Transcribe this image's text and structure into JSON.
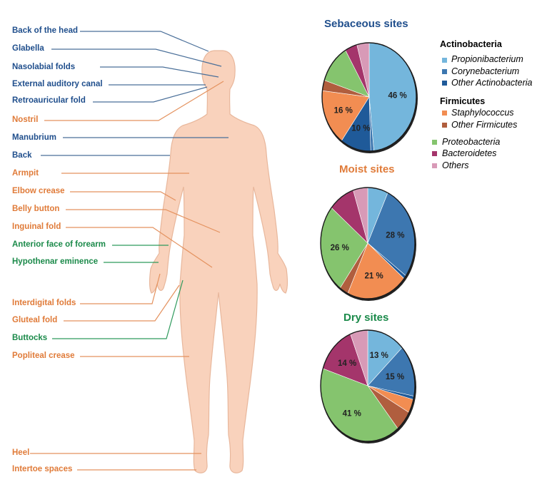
{
  "colors": {
    "blue_label": "#1f4e8c",
    "orange_label": "#e07b39",
    "green_label": "#1b8a4a",
    "skin": "#f9d2bc",
    "skin_outline": "#e8b79c",
    "title_blue": "#1f4e8c",
    "title_orange": "#e07b39",
    "title_green": "#1b8a4a"
  },
  "body_sites": [
    {
      "label": "Back of the head",
      "group": "blue"
    },
    {
      "label": "Glabella",
      "group": "blue"
    },
    {
      "label": "Nasolabial folds",
      "group": "blue"
    },
    {
      "label": "External auditory canal",
      "group": "blue"
    },
    {
      "label": "Retroauricular fold",
      "group": "blue"
    },
    {
      "label": "Nostril",
      "group": "orange"
    },
    {
      "label": "Manubrium",
      "group": "blue"
    },
    {
      "label": "Back",
      "group": "blue"
    },
    {
      "label": "Armpit",
      "group": "orange"
    },
    {
      "label": "Elbow crease",
      "group": "orange"
    },
    {
      "label": "Belly button",
      "group": "orange"
    },
    {
      "label": "Inguinal fold",
      "group": "orange"
    },
    {
      "label": "Anterior face of forearm",
      "group": "green"
    },
    {
      "label": "Hypothenar eminence",
      "group": "green"
    },
    {
      "label": "Interdigital folds",
      "group": "orange"
    },
    {
      "label": "Gluteal fold",
      "group": "orange"
    },
    {
      "label": "Buttocks",
      "group": "green"
    },
    {
      "label": "Popliteal crease",
      "group": "orange"
    },
    {
      "label": "Heel",
      "group": "orange"
    },
    {
      "label": "Intertoe spaces",
      "group": "orange"
    }
  ],
  "legend": {
    "groups": [
      {
        "heading": "Actinobacteria",
        "items": [
          {
            "name": "Propionibacterium",
            "color": "#74b6dc"
          },
          {
            "name": "Corynebacterium",
            "color": "#3d77b0"
          },
          {
            "name": "Other Actinobacteria",
            "color": "#1f5a99"
          }
        ]
      },
      {
        "heading": "Firmicutes",
        "items": [
          {
            "name": "Staphylococcus",
            "color": "#f28d52"
          },
          {
            "name": "Other Firmicutes",
            "color": "#b05e3e"
          }
        ]
      },
      {
        "heading": "",
        "items": [
          {
            "name": "Proteobacteria",
            "color": "#85c46e"
          },
          {
            "name": "Bacteroidetes",
            "color": "#a4356b"
          },
          {
            "name": "Others",
            "color": "#d89ab7"
          }
        ]
      }
    ]
  },
  "chart_data": [
    {
      "type": "pie",
      "title": "Sebaceous sites",
      "slice_order": [
        "Propionibacterium",
        "Corynebacterium",
        "Other Actinobacteria",
        "Staphylococcus",
        "Other Firmicutes",
        "Proteobacteria",
        "Bacteroidetes",
        "Others"
      ],
      "values": [
        46,
        1,
        10,
        16,
        3,
        11,
        4,
        4
      ],
      "labels": [
        "46 %",
        "",
        "10 %",
        "16 %",
        "",
        "",
        "",
        ""
      ]
    },
    {
      "type": "pie",
      "title": "Moist sites",
      "slice_order": [
        "Propionibacterium",
        "Corynebacterium",
        "Other Actinobacteria",
        "Staphylococcus",
        "Other Firmicutes",
        "Proteobacteria",
        "Bacteroidetes",
        "Others"
      ],
      "values": [
        7,
        28,
        1,
        21,
        3,
        26,
        9,
        5
      ],
      "labels": [
        "",
        "28 %",
        "",
        "21 %",
        "",
        "26 %",
        "",
        ""
      ]
    },
    {
      "type": "pie",
      "title": "Dry sites",
      "slice_order": [
        "Propionibacterium",
        "Corynebacterium",
        "Other Actinobacteria",
        "Staphylococcus",
        "Other Firmicutes",
        "Proteobacteria",
        "Bacteroidetes",
        "Others"
      ],
      "values": [
        13,
        15,
        1,
        4,
        6,
        41,
        14,
        6
      ],
      "labels": [
        "13 %",
        "15 %",
        "",
        "",
        "",
        "41 %",
        "14 %",
        ""
      ]
    }
  ]
}
